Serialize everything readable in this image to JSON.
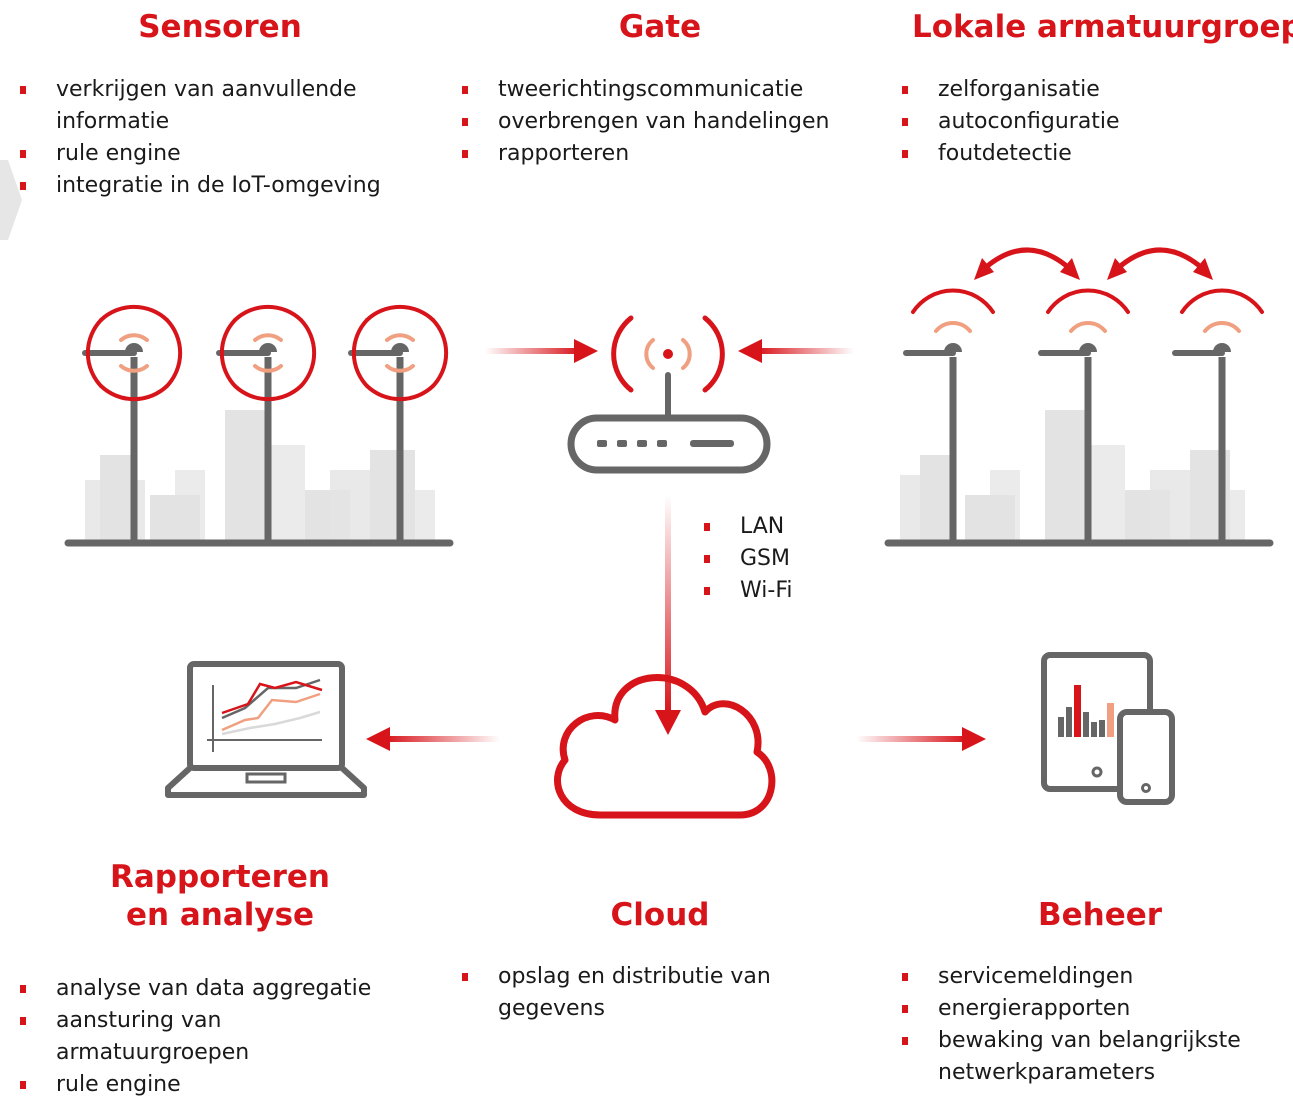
{
  "sensoren": {
    "title": "Sensoren",
    "items": [
      "verkrijgen van aanvullende informatie",
      "rule engine",
      "integratie in de IoT-omgeving"
    ]
  },
  "gate": {
    "title": "Gate",
    "items": [
      "tweerichtingscommunicatie",
      "overbrengen van handelingen",
      "rapporteren"
    ]
  },
  "lokale": {
    "title": "Lokale armatuurgroep",
    "items": [
      "zelforganisatie",
      "autoconfiguratie",
      "foutdetectie"
    ]
  },
  "connections": {
    "items": [
      "LAN",
      "GSM",
      "Wi-Fi"
    ]
  },
  "rapporteren": {
    "title_line1": "Rapporteren",
    "title_line2": "en analyse",
    "items": [
      "analyse van data aggregatie",
      "aansturing van armatuurgroepen",
      "rule engine"
    ]
  },
  "cloud": {
    "title": "Cloud",
    "items": [
      "opslag en distributie van gegevens"
    ]
  },
  "beheer": {
    "title": "Beheer",
    "items": [
      "servicemeldingen",
      "energierapporten",
      "bewaking van belangrijkste netwerkparameters"
    ]
  },
  "colors": {
    "accent_red": "#d7141a",
    "light_red": "#f0a080",
    "icon_gray": "#666666",
    "city_gray": "#e3e3e3"
  }
}
